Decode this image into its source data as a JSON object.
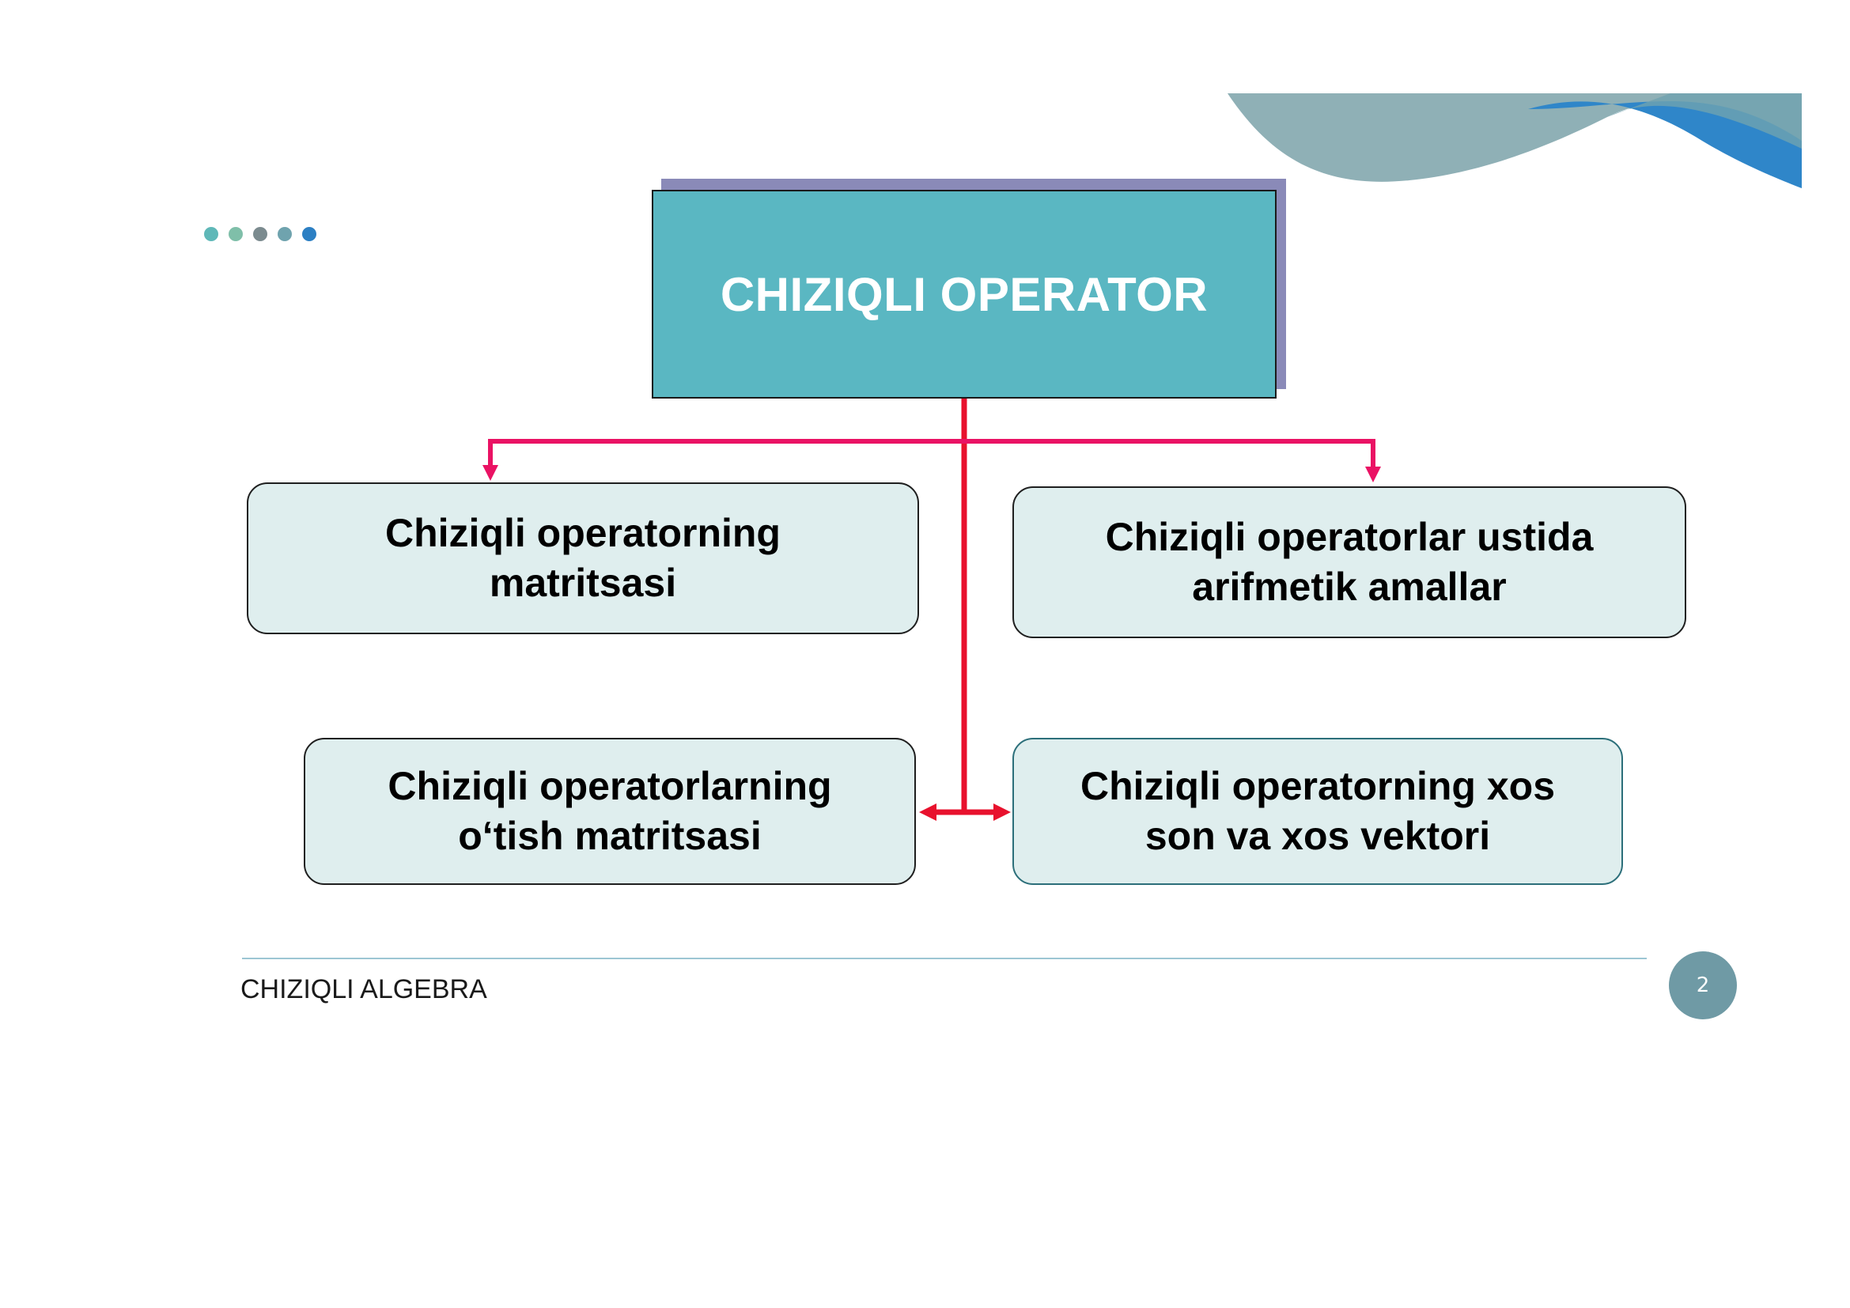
{
  "slide": {
    "title": "CHIZIQLI OPERATOR",
    "footer_label": "CHIZIQLI ALGEBRA",
    "page_number": "2"
  },
  "nodes": [
    {
      "id": "top-left",
      "text": "Chiziqli operatorning\nmatritsasi"
    },
    {
      "id": "top-right",
      "text": "Chiziqli operatorlar ustida\narifmetik amallar"
    },
    {
      "id": "bottom-left",
      "text": "Chiziqli operatorlarning\no‘tish matritsasi"
    },
    {
      "id": "bottom-right",
      "text": "Chiziqli operatorning xos\nson va xos vektori"
    }
  ],
  "colors": {
    "title_fill": "#5ab7c2",
    "title_shadow": "#8a8ab8",
    "node_fill": "#dfeeee",
    "connector_magenta": "#ea1264",
    "connector_red": "#e8112d",
    "footer_rule": "#9cc6d4",
    "page_badge": "#6f9aa5",
    "dots": [
      "#5fb8b8",
      "#7fbfa9",
      "#7b8b8f",
      "#6fa3ae",
      "#2c7fc3"
    ]
  }
}
